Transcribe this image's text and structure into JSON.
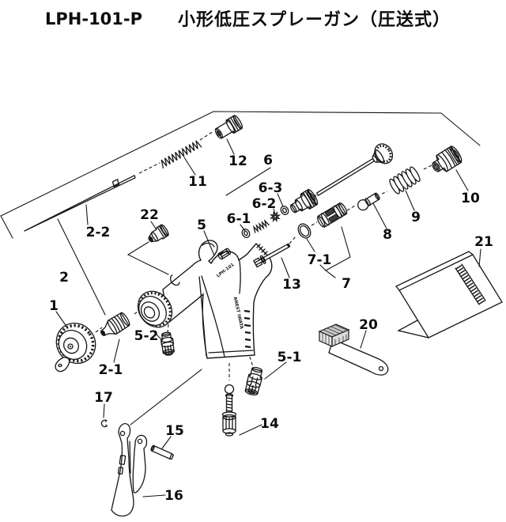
{
  "title": {
    "model": "LPH-101-P",
    "product": "小形低圧スプレーガン（圧送式）"
  },
  "gun_markings": {
    "model_text": "LPH-101",
    "brand_text": "ANEST IWATA"
  },
  "part_labels": {
    "p1": "1",
    "p2": "2",
    "p2_1": "2-1",
    "p2_2": "2-2",
    "p5": "5",
    "p5_1": "5-1",
    "p5_2": "5-2",
    "p6": "6",
    "p6_1": "6-1",
    "p6_2": "6-2",
    "p6_3": "6-3",
    "p7": "7",
    "p7_1": "7-1",
    "p8": "8",
    "p9": "9",
    "p10": "10",
    "p11": "11",
    "p12": "12",
    "p13": "13",
    "p14": "14",
    "p15": "15",
    "p16": "16",
    "p17": "17",
    "p20": "20",
    "p21": "21",
    "p22": "22"
  }
}
